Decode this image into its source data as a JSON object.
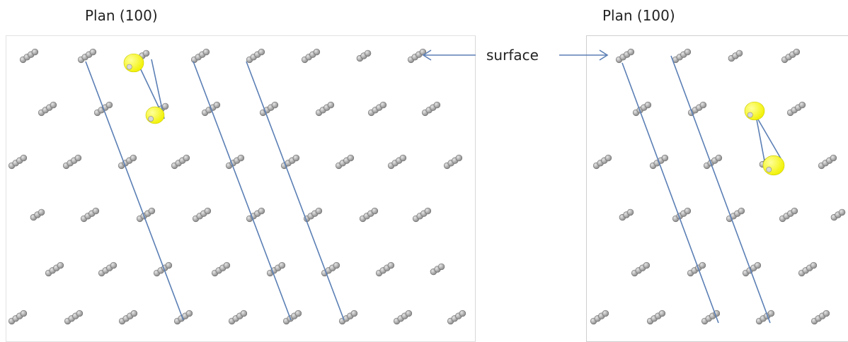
{
  "left_panel": {
    "title": "Plan (100)"
  },
  "right_panel": {
    "title": "Plan (100)"
  },
  "annotation": {
    "surface_label": "surface"
  },
  "colors": {
    "atom": "#8c8c8c",
    "atom_highlight": "#e6e6e6",
    "hydrogen": "#f2f20a",
    "bond_line": "#5b7fb5",
    "arrow": "#5b7fb5"
  }
}
